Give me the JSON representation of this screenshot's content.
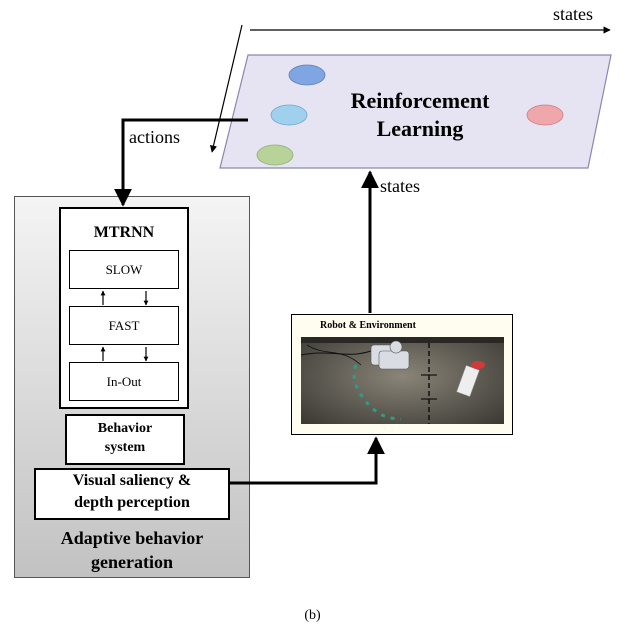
{
  "labels": {
    "states_top": "states",
    "actions": "actions",
    "states_mid": "states",
    "rl_line1": "Reinforcement",
    "rl_line2": "Learning",
    "mtrnn": "MTRNN",
    "slow": "SLOW",
    "fast": "FAST",
    "in_out": "In-Out",
    "behavior_line1": "Behavior",
    "behavior_line2": "system",
    "saliency_line1": "Visual saliency &",
    "saliency_line2": "depth perception",
    "adaptive_line1": "Adaptive behavior",
    "adaptive_line2": "generation",
    "robot_env": "Robot & Environment",
    "caption": "(b)"
  },
  "colors": {
    "rl_fill": "#e6e3f2",
    "rl_border": "#8a87b0",
    "outer_box_top": "#f2f2f2",
    "outer_box_bottom": "#c4c4c4",
    "robot_panel": "#fffdf0",
    "circle_blue": "#7fa6e2",
    "circle_cyan": "#9fd0ee",
    "circle_green": "#b7d39a",
    "circle_red": "#f0a7ac"
  }
}
